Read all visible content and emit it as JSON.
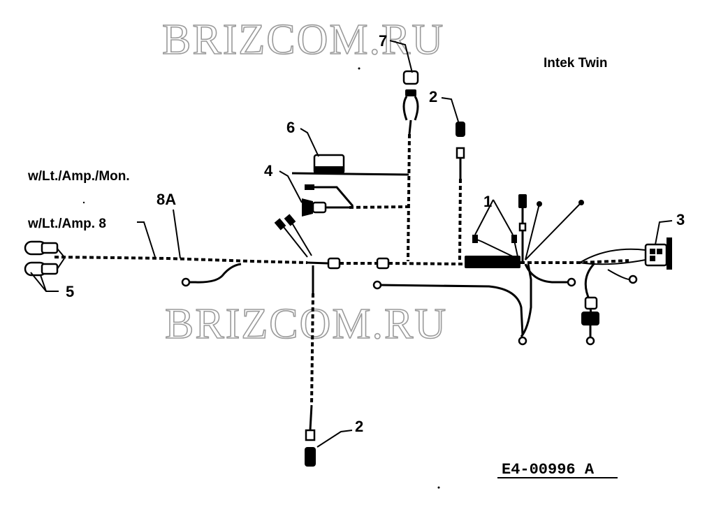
{
  "watermark": "BRIZCOM.RU",
  "title": "Intek Twin",
  "drawing_code": "E4-00996 A",
  "callouts": {
    "c1": "1",
    "c2_top": "2",
    "c2_bottom": "2",
    "c3": "3",
    "c4": "4",
    "c5": "5",
    "c6": "6",
    "c7": "7",
    "c8A": "8A"
  },
  "options": {
    "lt_amp_mon": "w/Lt./Amp./Mon.",
    "lt_amp_8": "w/Lt./Amp. 8"
  }
}
